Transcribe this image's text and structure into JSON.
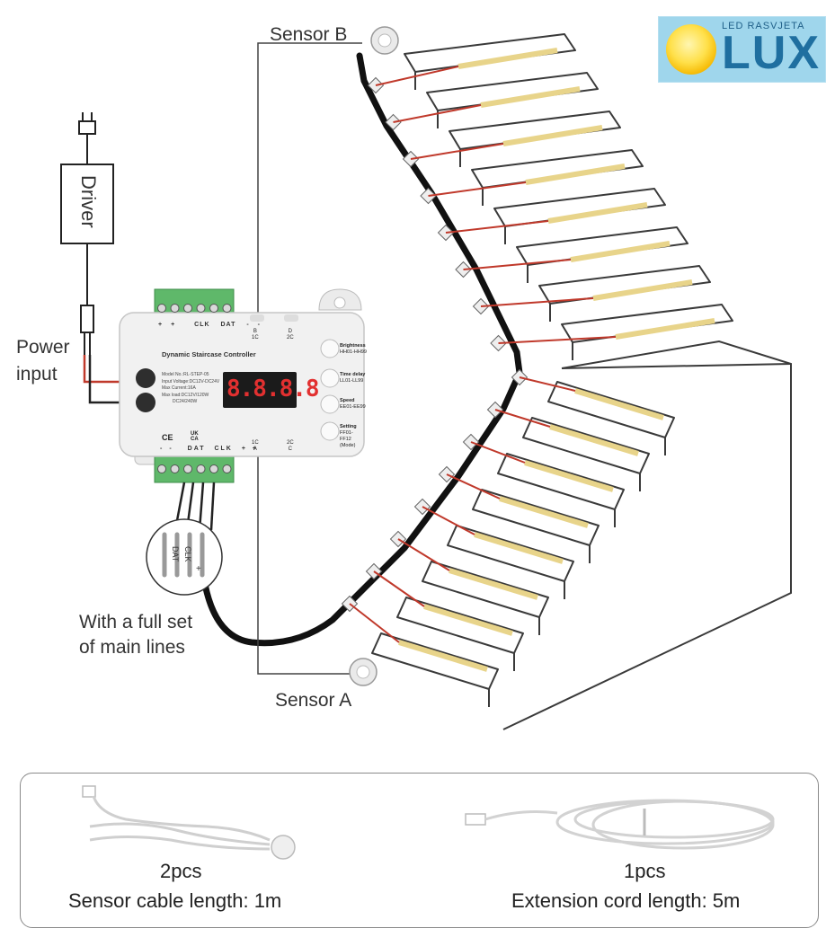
{
  "logo": {
    "small_text": "LED RASVJETA",
    "big_text": "LUX"
  },
  "labels": {
    "sensor_b": "Sensor B",
    "sensor_a": "Sensor A",
    "driver": "Driver",
    "power_input_line1": "Power",
    "power_input_line2": "input",
    "main_lines_line1": "With a full set",
    "main_lines_line2": "of main lines"
  },
  "wire_labels": [
    "DAT",
    "CLK",
    "+"
  ],
  "controller": {
    "title": "Dynamic Staircase Controller",
    "display": "8.8.8.8",
    "spec_lines": [
      "Model No.:RL-STEP-05",
      "Input Voltage:DC12V-DC24V",
      "Max Current:16A",
      "Max load:DC12V/120W",
      "DC24/240W"
    ],
    "top_terminal_labels": [
      "+",
      "+",
      "CLK",
      "DAT",
      "-",
      "-"
    ],
    "bottom_terminal_labels": [
      "-",
      "-",
      "DAT",
      "CLK",
      "+",
      "+"
    ],
    "port_top_left": [
      "B",
      "1C"
    ],
    "port_top_right": [
      "D",
      "2C"
    ],
    "port_bottom_left": [
      "1C",
      "A"
    ],
    "port_bottom_right": [
      "2C",
      "C"
    ],
    "buttons": [
      {
        "label": "Brightness",
        "sub": "HH01-HH99"
      },
      {
        "label": "Time delay",
        "sub": "LL01-LL99"
      },
      {
        "label": "Speed",
        "sub": "EE01-EE99"
      },
      {
        "label": "Setting",
        "sub": "FF01-FF12 (Mode)"
      }
    ],
    "cert_marks": [
      "CE",
      "UK CA"
    ]
  },
  "accessories": [
    {
      "qty": "2pcs",
      "caption": "Sensor cable length: 1m"
    },
    {
      "qty": "1pcs",
      "caption": "Extension cord length: 5m"
    }
  ],
  "colors": {
    "wire_red": "#c0392b",
    "led_strip": "#e8d48a",
    "panel_border": "#8a8a8a",
    "terminal_green": "#5fb86a"
  }
}
